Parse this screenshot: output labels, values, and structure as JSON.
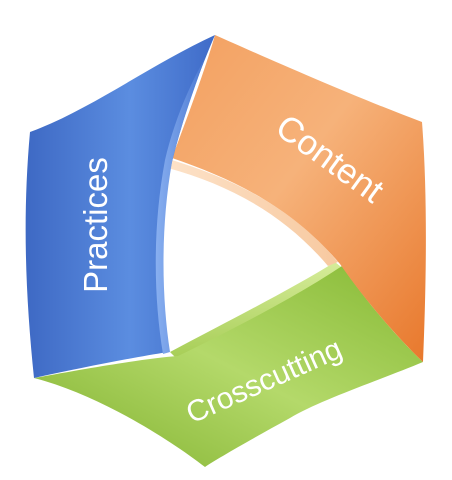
{
  "diagram": {
    "bands": [
      {
        "id": "practices",
        "label": "Practices",
        "color": "#4f7fd6"
      },
      {
        "id": "content",
        "label": "Content",
        "color": "#f08a3c"
      },
      {
        "id": "crosscutting",
        "label": "Crosscutting",
        "color": "#94c33f"
      }
    ]
  }
}
